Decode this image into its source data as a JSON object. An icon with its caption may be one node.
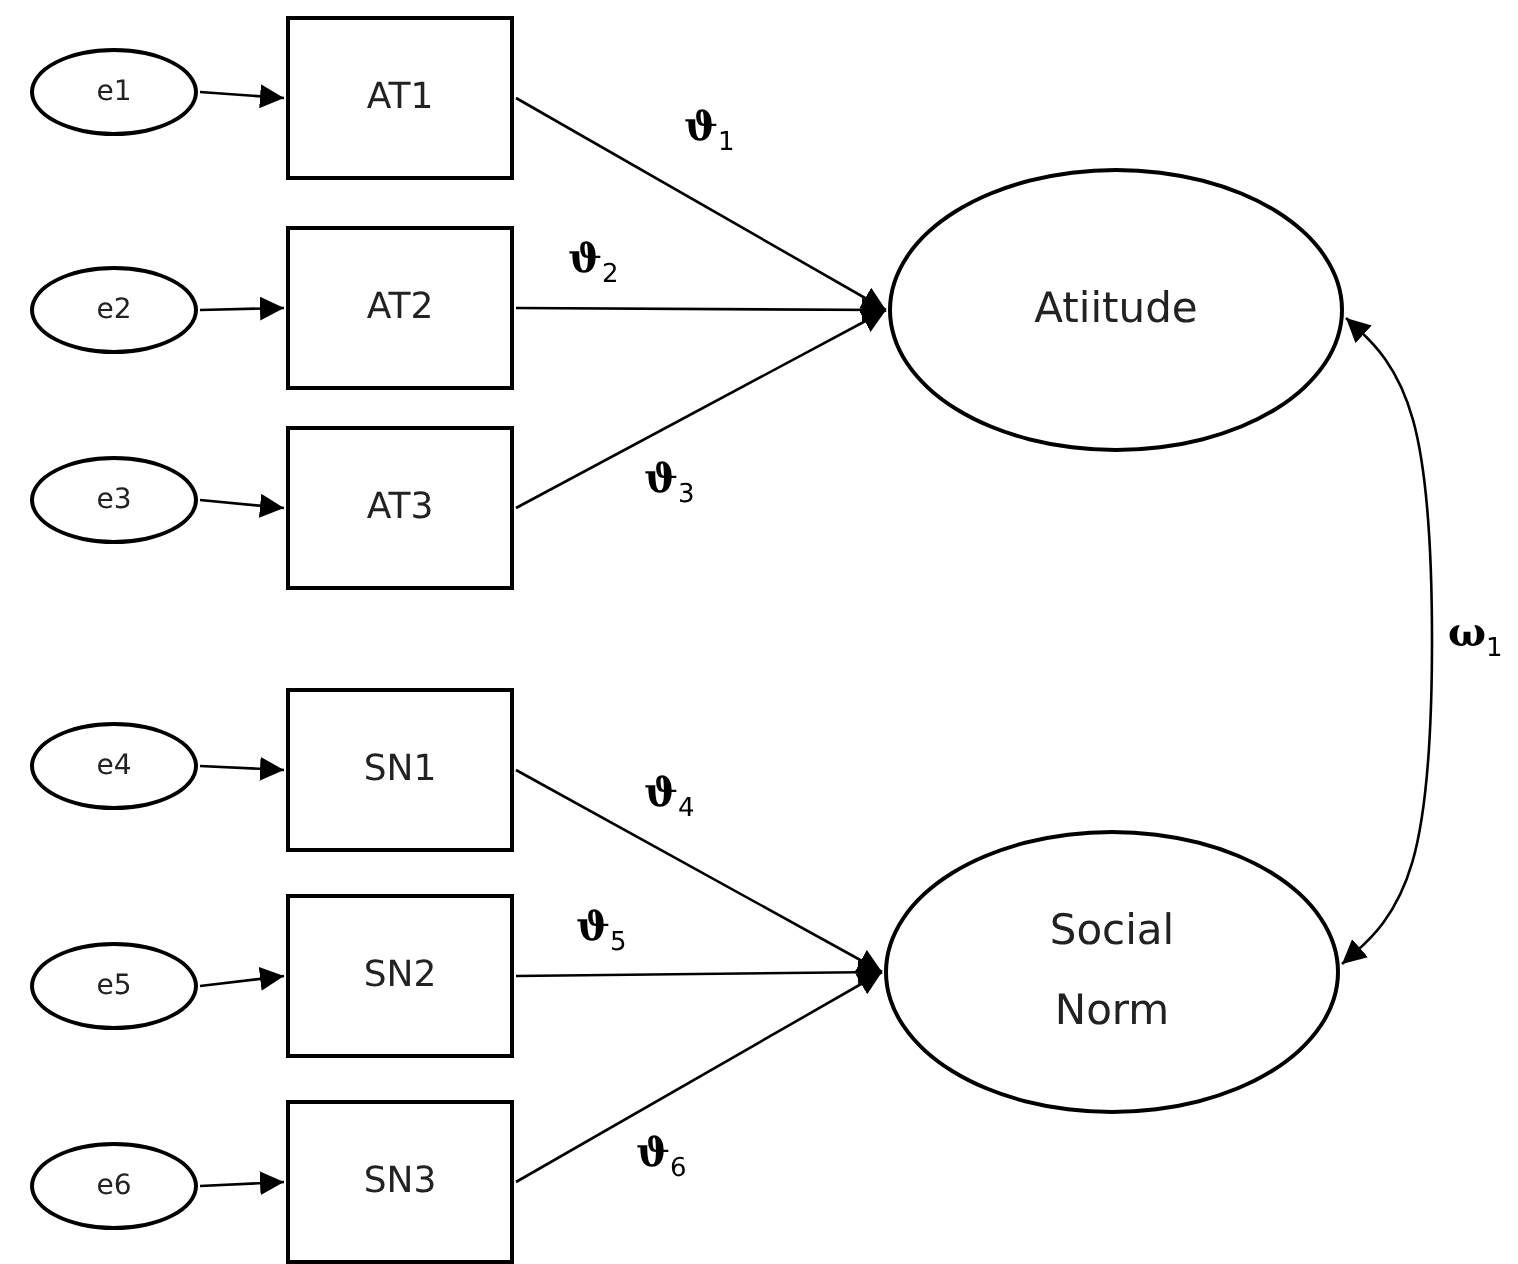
{
  "diagram": {
    "nodes": [
      {
        "text": [
          "e1"
        ]
      },
      {
        "text": [
          "e2"
        ]
      },
      {
        "text": [
          "e3"
        ]
      },
      {
        "text": [
          "e4"
        ]
      },
      {
        "text": [
          "e5"
        ]
      },
      {
        "text": [
          "e6"
        ]
      },
      {
        "text": [
          "AT1"
        ]
      },
      {
        "text": [
          "AT2"
        ]
      },
      {
        "text": [
          "AT3"
        ]
      },
      {
        "text": [
          "SN1"
        ]
      },
      {
        "text": [
          "SN2"
        ]
      },
      {
        "text": [
          "SN3"
        ]
      },
      {
        "text": [
          "Atiitude"
        ]
      },
      {
        "text": [
          "Social Norm"
        ]
      }
    ],
    "edges": [
      {
        "from": 0,
        "to": 6,
        "arrow": "to"
      },
      {
        "from": 1,
        "to": 7,
        "arrow": "to"
      },
      {
        "from": 2,
        "to": 8,
        "arrow": "to"
      },
      {
        "from": 3,
        "to": 9,
        "arrow": "to"
      },
      {
        "from": 4,
        "to": 10,
        "arrow": "to"
      },
      {
        "from": 5,
        "to": 11,
        "arrow": "to"
      },
      {
        "from": 6,
        "to": 12,
        "arrow": "to",
        "label": "ϑ$_{1}$"
      },
      {
        "from": 7,
        "to": 12,
        "arrow": "to",
        "label": "ϑ$_{2}$"
      },
      {
        "from": 8,
        "to": 12,
        "arrow": "to",
        "label": "ϑ$_{3}$"
      },
      {
        "from": 9,
        "to": 13,
        "arrow": "to",
        "label": "ϑ$_{4}$"
      },
      {
        "from": 10,
        "to": 13,
        "arrow": "to",
        "label": "ϑ$_{5}$"
      },
      {
        "from": 11,
        "to": 13,
        "arrow": "to",
        "label": "ϑ$_{6}$"
      },
      {
        "from": 12,
        "to": 13,
        "arrow": "both",
        "label": "ω$_{1}$"
      }
    ]
  }
}
